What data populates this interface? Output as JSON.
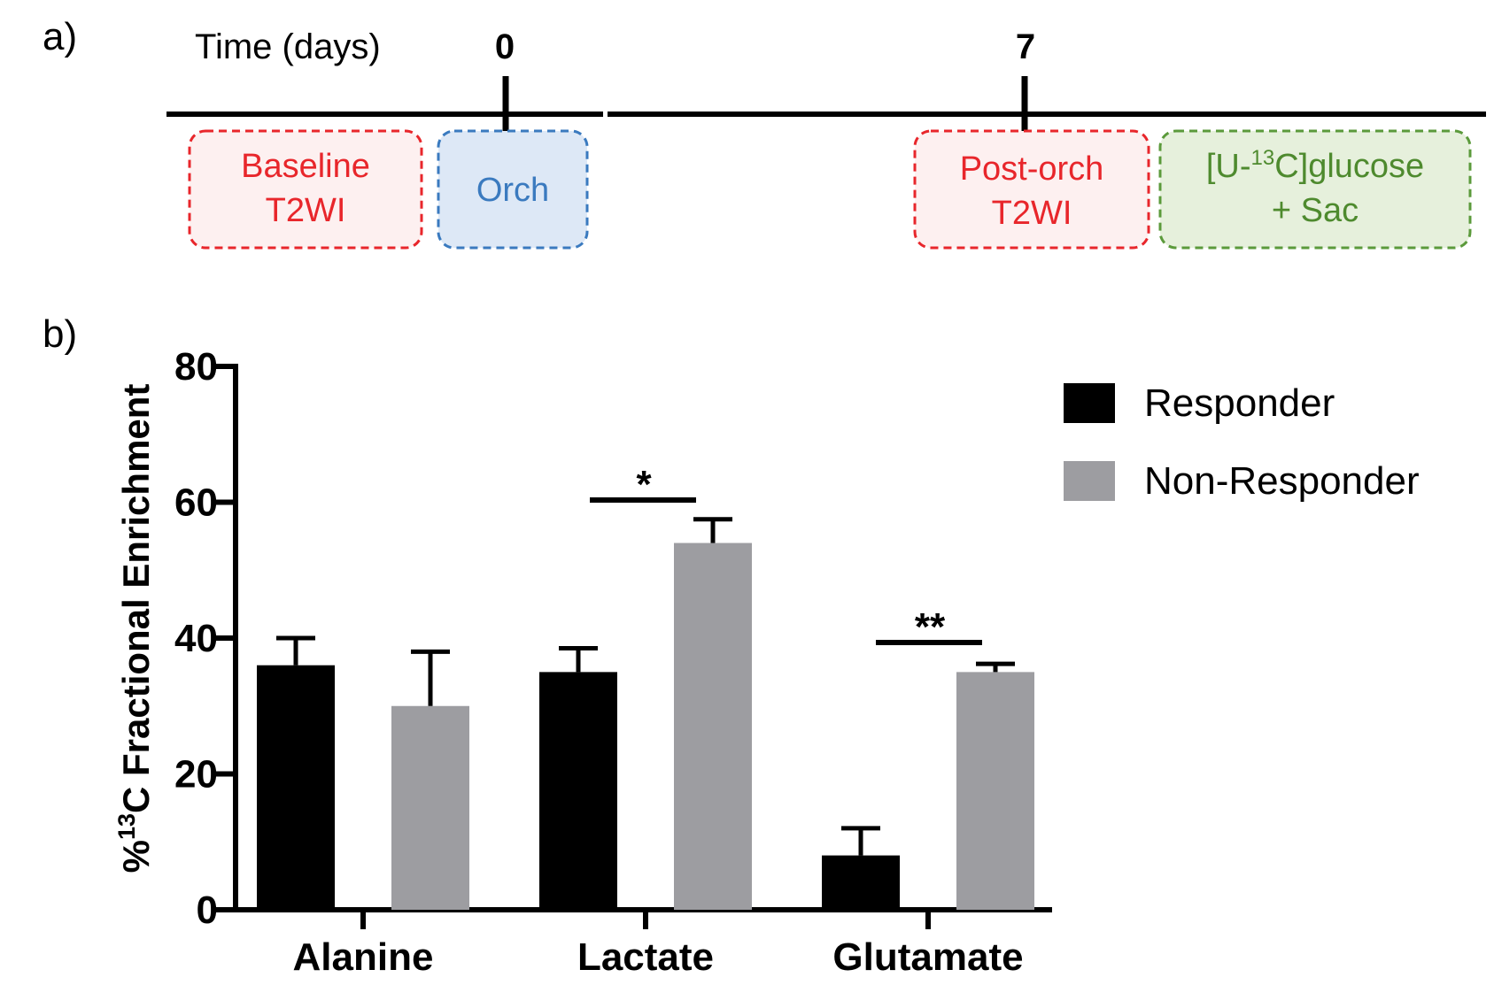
{
  "panel_a": {
    "label": "a)",
    "time_label": "Time (days)",
    "day0": "0",
    "day7": "7",
    "boxes": {
      "baseline": {
        "line1": "Baseline",
        "line2": "T2WI",
        "color": "#e8262b",
        "fill": "#fdf0f0"
      },
      "orch": {
        "line1": "Orch",
        "color": "#3a7abf",
        "fill": "#dde8f6"
      },
      "post_orch": {
        "line1": "Post-orch",
        "line2": "T2WI",
        "color": "#e8262b",
        "fill": "#fdf0f0"
      },
      "glucose": {
        "prefix": "[U-",
        "superscript": "13",
        "suffix": "C]glucose",
        "line2": "+ Sac",
        "color": "#5b9a3b",
        "text_color": "#4e8a2e",
        "fill": "#e6f0dc"
      }
    }
  },
  "panel_b": {
    "label": "b)",
    "ylabel_prefix": "%",
    "ylabel_sup": "13",
    "ylabel_suffix": "C Fractional Enrichment",
    "legend": [
      "Responder",
      "Non-Responder"
    ],
    "significance": {
      "lactate": "*",
      "glutamate": "**"
    }
  },
  "chart_data": {
    "type": "bar",
    "categories": [
      "Alanine",
      "Lactate",
      "Glutamate"
    ],
    "series": [
      {
        "name": "Responder",
        "color": "#000000",
        "values": [
          36,
          35,
          8
        ],
        "errors": [
          4,
          3.5,
          4
        ]
      },
      {
        "name": "Non-Responder",
        "color": "#9d9da1",
        "values": [
          30,
          54,
          35
        ],
        "errors": [
          8,
          3.5,
          1.2
        ]
      }
    ],
    "ylabel": "%13C Fractional Enrichment",
    "ylim": [
      0,
      80
    ],
    "yticks": [
      0,
      20,
      40,
      60,
      80
    ],
    "grid": false,
    "legend_position": "top-right"
  }
}
